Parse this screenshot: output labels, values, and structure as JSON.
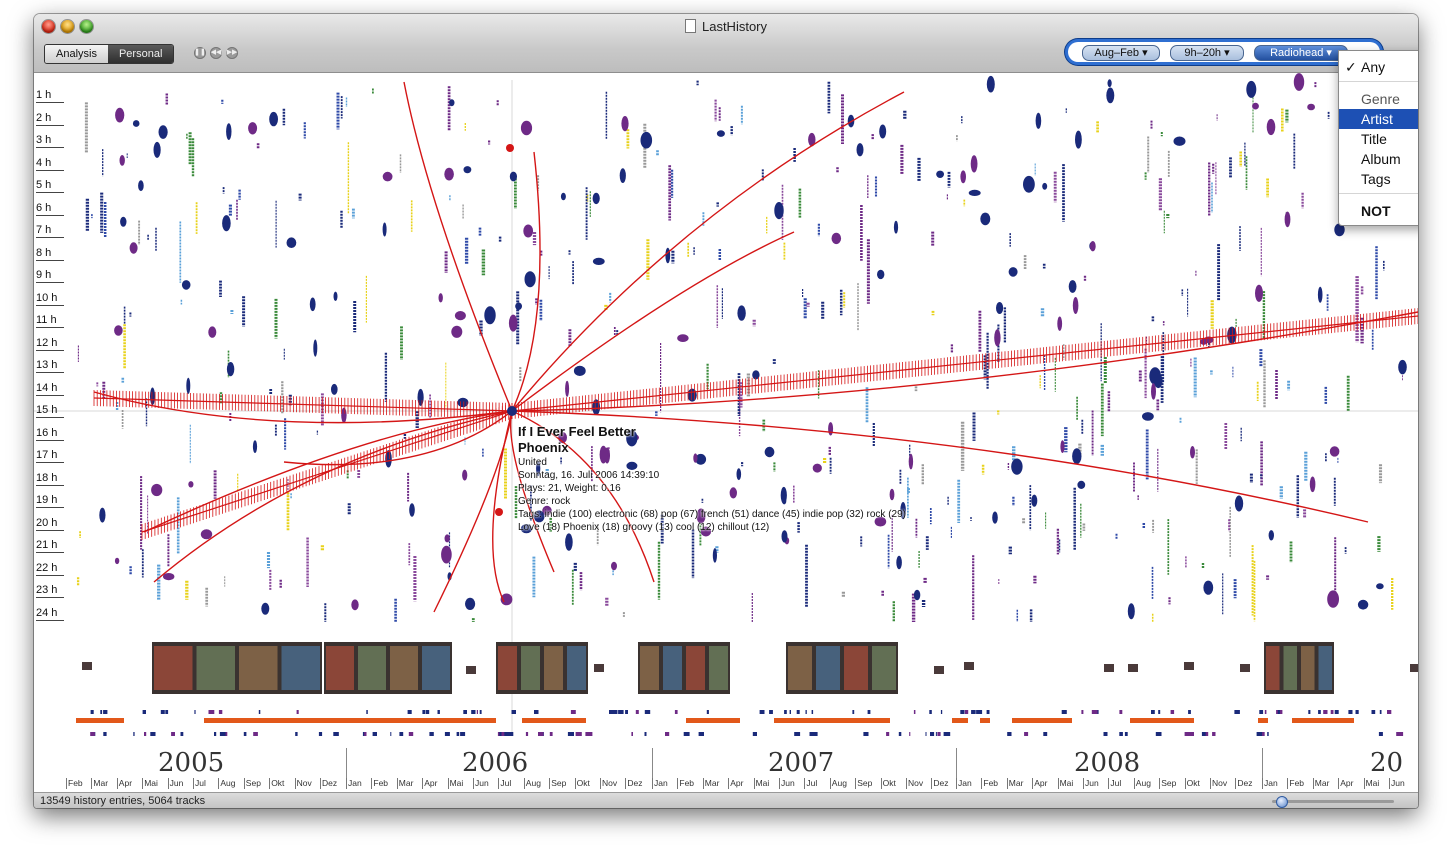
{
  "window": {
    "title": "LastHistory"
  },
  "toolbar": {
    "mode_analysis": "Analysis",
    "mode_personal": "Personal",
    "controls": [
      "pause-icon",
      "skip-back-icon",
      "skip-forward-icon"
    ]
  },
  "filter": {
    "date_range": "Aug–Feb",
    "time_range": "9h–20h",
    "artist": "Radiohead"
  },
  "dropdown": {
    "any": "Any",
    "genre": "Genre",
    "artist": "Artist",
    "title": "Title",
    "album": "Album",
    "tags": "Tags",
    "not": "NOT",
    "selected": "Artist"
  },
  "hours": [
    "1 h",
    "2 h",
    "3 h",
    "4 h",
    "5 h",
    "6 h",
    "7 h",
    "8 h",
    "9 h",
    "10 h",
    "11 h",
    "12 h",
    "13 h",
    "14 h",
    "15 h",
    "16 h",
    "17 h",
    "18 h",
    "19 h",
    "20 h",
    "21 h",
    "22 h",
    "23 h",
    "24 h"
  ],
  "tooltip": {
    "title": "If I Ever Feel Better",
    "artist": "Phoenix",
    "album": "United",
    "date": "Sonntag, 16. Juli 2006 14:39:10",
    "plays": "Plays: 21, Weight: 0.16",
    "genre": "Genre: rock",
    "tags": "Tags: indie (100) electronic (68) pop (67) french (51) dance (45) indie pop (32) rock (29)",
    "tags2": "Love (18) Phoenix (18) groovy (13) cool (12) chillout (12)"
  },
  "years": [
    "2005",
    "2006",
    "2007",
    "2008",
    "20"
  ],
  "months_2005": [
    "Feb",
    "Mar",
    "Apr",
    "Mai",
    "Jun",
    "Jul",
    "Aug",
    "Sep",
    "Okt",
    "Nov",
    "Dez"
  ],
  "months_full": [
    "Jan",
    "Feb",
    "Mar",
    "Apr",
    "Mai",
    "Jun",
    "Jul",
    "Aug",
    "Sep",
    "Okt",
    "Nov",
    "Dez"
  ],
  "months_last": [
    "Jan",
    "Feb",
    "Mar",
    "Apr",
    "Mai",
    "Jun"
  ],
  "status": {
    "entries": "13549 history entries, 5064 tracks"
  },
  "colors": {
    "accent": "#1d50b4",
    "connection": "#d41616",
    "dot_navy": "#1a2a7a",
    "dot_purple": "#6e2a86",
    "dot_orange": "#e2581a"
  }
}
